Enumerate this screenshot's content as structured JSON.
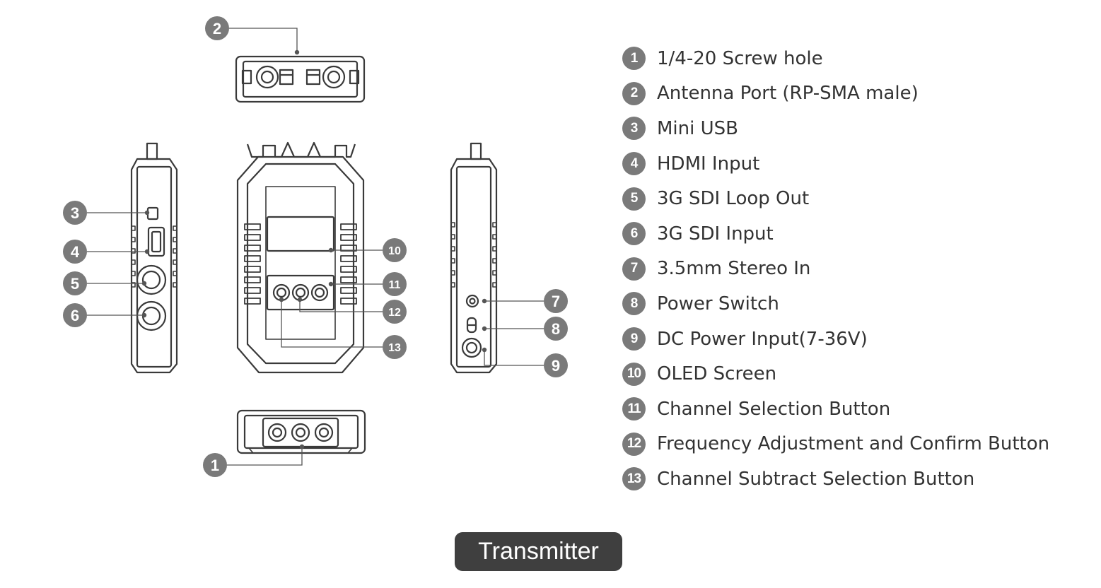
{
  "callouts": [
    {
      "num": "1",
      "label": "1/4-20 Screw hole"
    },
    {
      "num": "2",
      "label": "Antenna Port (RP-SMA male)"
    },
    {
      "num": "3",
      "label": "Mini USB"
    },
    {
      "num": "4",
      "label": "HDMI Input"
    },
    {
      "num": "5",
      "label": "3G SDI Loop Out"
    },
    {
      "num": "6",
      "label": "3G SDI Input"
    },
    {
      "num": "7",
      "label": "3.5mm Stereo In"
    },
    {
      "num": "8",
      "label": "Power Switch"
    },
    {
      "num": "9",
      "label": "DC Power Input(7-36V)"
    },
    {
      "num": "10",
      "label": "OLED Screen"
    },
    {
      "num": "11",
      "label": "Channel Selection Button"
    },
    {
      "num": "12",
      "label": "Frequency Adjustment and Confirm Button"
    },
    {
      "num": "13",
      "label": "Channel Subtract Selection Button"
    }
  ],
  "caption": "Transmitter",
  "colors": {
    "badge": "#7a7a7a",
    "line": "#555555",
    "device": "#3a3a3a",
    "caption_bg": "#3f3f3f"
  }
}
